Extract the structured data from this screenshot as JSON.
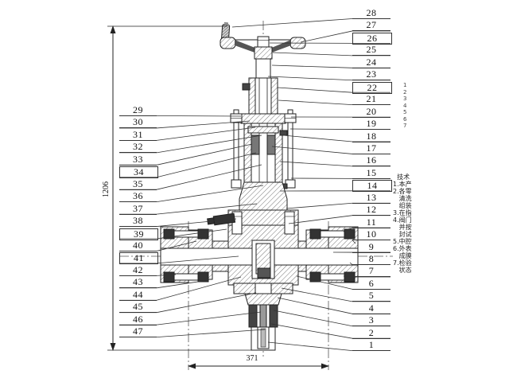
{
  "drawing": {
    "kind": "valve assembly cross-section",
    "ink_color": "#1a1a1a",
    "dimensions": {
      "overall_height": "1206",
      "flange_span": "371"
    }
  },
  "callouts": {
    "right": [
      "28",
      "27",
      "26",
      "25",
      "24",
      "23",
      "22",
      "21",
      "20",
      "19",
      "18",
      "17",
      "16",
      "15",
      "14",
      "13",
      "12",
      "11",
      "10",
      "9",
      "8",
      "7",
      "6",
      "5",
      "4",
      "3",
      "2",
      "1"
    ],
    "left": [
      "29",
      "30",
      "31",
      "32",
      "33",
      "34",
      "35",
      "36",
      "37",
      "38",
      "39",
      "40",
      "41",
      "42",
      "43",
      "44",
      "45",
      "46",
      "47"
    ],
    "boxed": [
      "26",
      "22",
      "14",
      "34",
      "39",
      "41"
    ]
  },
  "notes": {
    "lines": [
      "  技术",
      "1.本产",
      "2.各零",
      "   清洗",
      "   组装",
      "3.在指",
      "4.阀门",
      "   并按",
      "   封试",
      "5.中腔",
      "6.外表",
      "   成膜",
      "7.检验",
      "   状态"
    ]
  },
  "side_list": {
    "items": [
      "1",
      "2",
      "3",
      "4",
      "5",
      "6",
      "7"
    ]
  }
}
